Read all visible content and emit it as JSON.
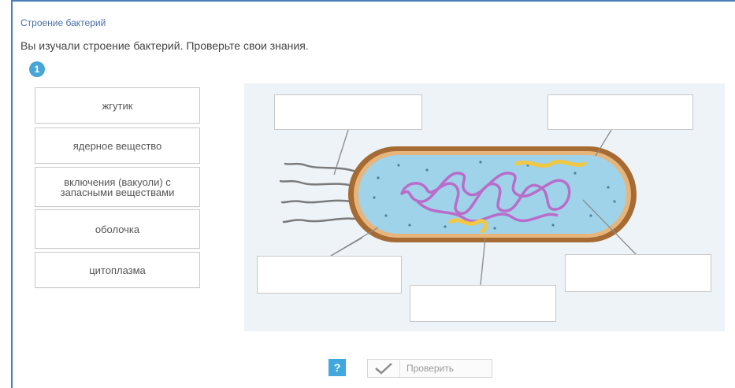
{
  "breadcrumb": "Строение бактерий",
  "instruction": "Вы изучали строение бактерий. Проверьте свои знания.",
  "step_number": "1",
  "terms": [
    {
      "label": "жгутик"
    },
    {
      "label": "ядерное вещество"
    },
    {
      "label": "включения (вакуоли) с запасными веществами"
    },
    {
      "label": "оболочка"
    },
    {
      "label": "цитоплазма"
    }
  ],
  "buttons": {
    "help_label": "?",
    "check_label": "Проверить"
  },
  "icons": {
    "help": "question-icon",
    "check": "checkmark-icon"
  },
  "colors": {
    "accent": "#41a7dc",
    "frame": "#4a7fb8",
    "cell_wall": "#a56b33",
    "cytoplasm": "#9fd3ea",
    "nucleoid": "#b96cc9",
    "inclusions": "#f2c744"
  }
}
